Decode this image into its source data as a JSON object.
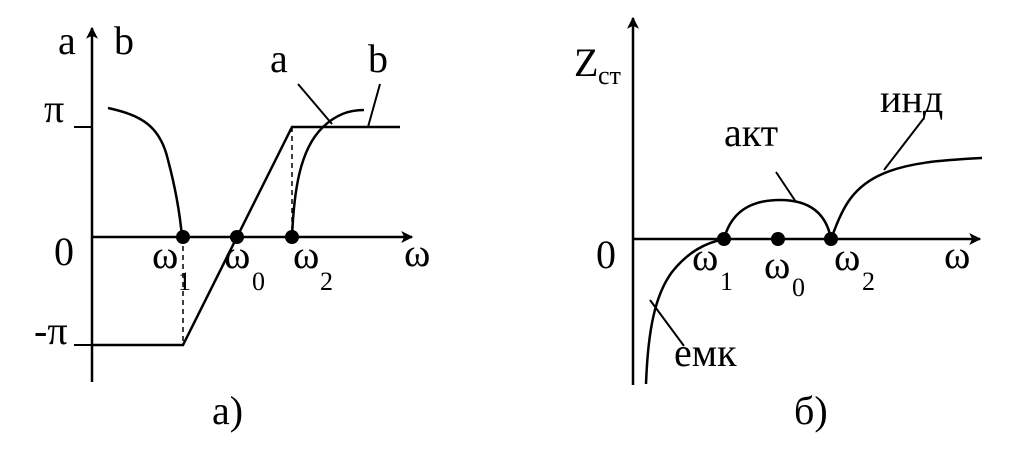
{
  "panel_a": {
    "y_axis_label_a": "a",
    "y_axis_label_b": "b",
    "x_axis_label": "ω",
    "tick_pi": "π",
    "tick_zero": "0",
    "tick_minus_pi": "-π",
    "point_labels": [
      {
        "symbol": "ω",
        "sub": "1"
      },
      {
        "symbol": "ω",
        "sub": "0"
      },
      {
        "symbol": "ω",
        "sub": "2"
      }
    ],
    "curve_a_label": "a",
    "curve_b_label": "b",
    "caption": "а)"
  },
  "panel_b": {
    "y_axis_label": "Z",
    "y_axis_sub": "ст",
    "x_axis_label": "ω",
    "tick_zero": "0",
    "point_labels": [
      {
        "symbol": "ω",
        "sub": "1"
      },
      {
        "symbol": "ω",
        "sub": "0"
      },
      {
        "symbol": "ω",
        "sub": "2"
      }
    ],
    "label_active": "акт",
    "label_inductive": "инд",
    "label_capacitive": "емк",
    "caption": "б)"
  }
}
